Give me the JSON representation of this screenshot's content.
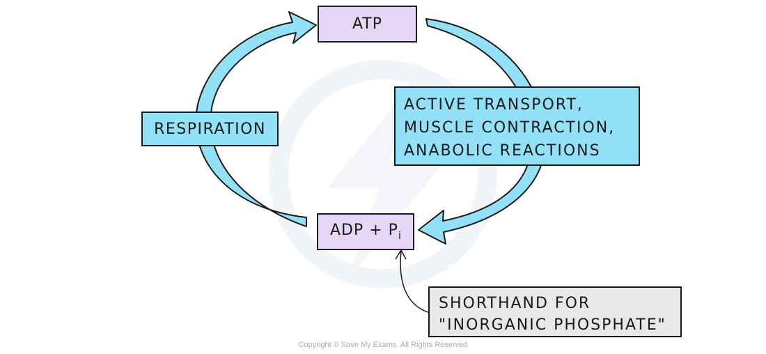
{
  "nodes": {
    "atp": "ATP",
    "adp_main": "ADP + P",
    "adp_sub": "i",
    "respiration": "RESPIRATION",
    "uses": [
      "ACTIVE TRANSPORT,",
      "MUSCLE CONTRACTION,",
      "ANABOLIC REACTIONS"
    ],
    "note": [
      "SHORTHAND FOR",
      "\"INORGANIC PHOSPHATE\""
    ]
  },
  "copyright": "Copyright © Save My Exams. All Rights Reserved",
  "colors": {
    "arrow_fill": "#92e1f7",
    "purple_box": "#e6d7f7",
    "blue_box": "#92e1f7",
    "grey_box": "#e8e8e8",
    "outline": "#1a1a1a"
  }
}
